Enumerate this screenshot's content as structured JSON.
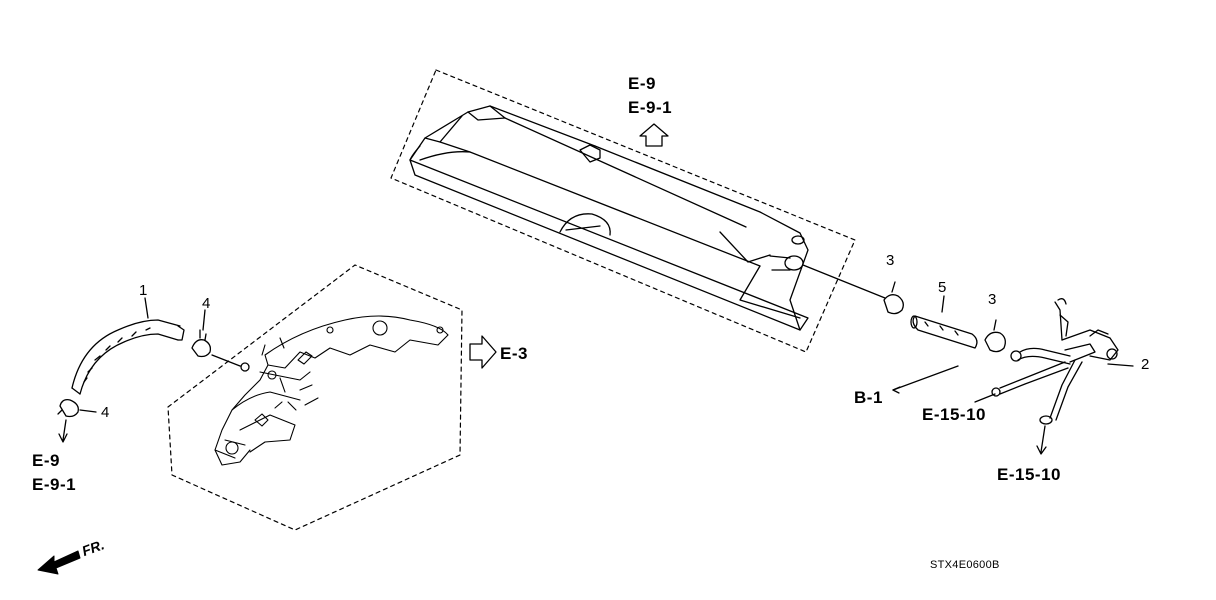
{
  "diagram": {
    "part_numbers": {
      "p1": "1",
      "p2": "2",
      "p3a": "3",
      "p3b": "3",
      "p4a": "4",
      "p4b": "4",
      "p5": "5"
    },
    "references": {
      "top_e9": "E-9",
      "top_e91": "E-9-1",
      "right_e3": "E-3",
      "left_e9": "E-9",
      "left_e91": "E-9-1",
      "b1": "B-1",
      "e1510_a": "E-15-10",
      "e1510_b": "E-15-10"
    },
    "direction": "FR.",
    "drawing_code": "STX4E0600B"
  }
}
